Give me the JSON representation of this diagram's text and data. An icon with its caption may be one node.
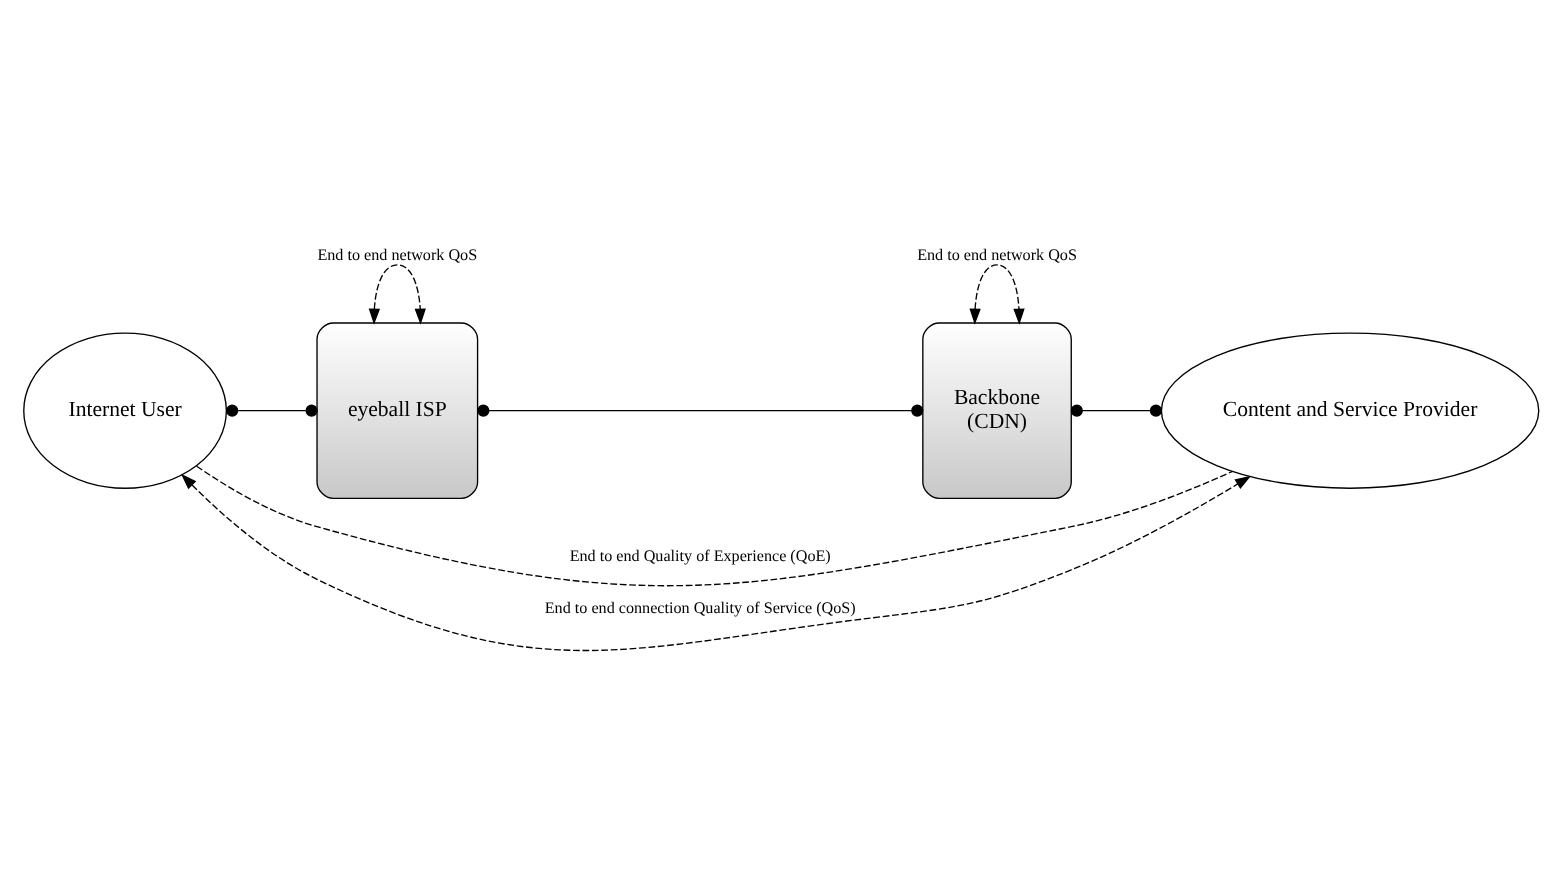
{
  "diagram": {
    "nodes": [
      {
        "text": [
          "Internet User"
        ]
      },
      {
        "text": [
          "eyeball ISP"
        ]
      },
      {
        "text": [
          "Backbone",
          "(CDN)"
        ]
      },
      {
        "text": [
          "Content and Service Provider"
        ]
      }
    ],
    "edges": [
      {
        "from": 0,
        "to": 1,
        "arrow": "other"
      },
      {
        "from": 1,
        "to": 2,
        "arrow": "other"
      },
      {
        "from": 2,
        "to": 3,
        "arrow": "other"
      },
      {
        "from": 0,
        "to": 3,
        "arrow": "none",
        "style": "dashed",
        "label": "End to end Quality of Experience (QoE)"
      },
      {
        "from": 1,
        "to": 1,
        "arrow": "both",
        "style": "dashed",
        "label": "End to end network QoS"
      },
      {
        "from": 2,
        "to": 2,
        "arrow": "both",
        "style": "dashed",
        "label": "End to end network QoS"
      },
      {
        "from": 0,
        "to": 3,
        "arrow": "both",
        "style": "dashed",
        "label": "End to end connection Quality of Service (QoS)"
      }
    ]
  }
}
